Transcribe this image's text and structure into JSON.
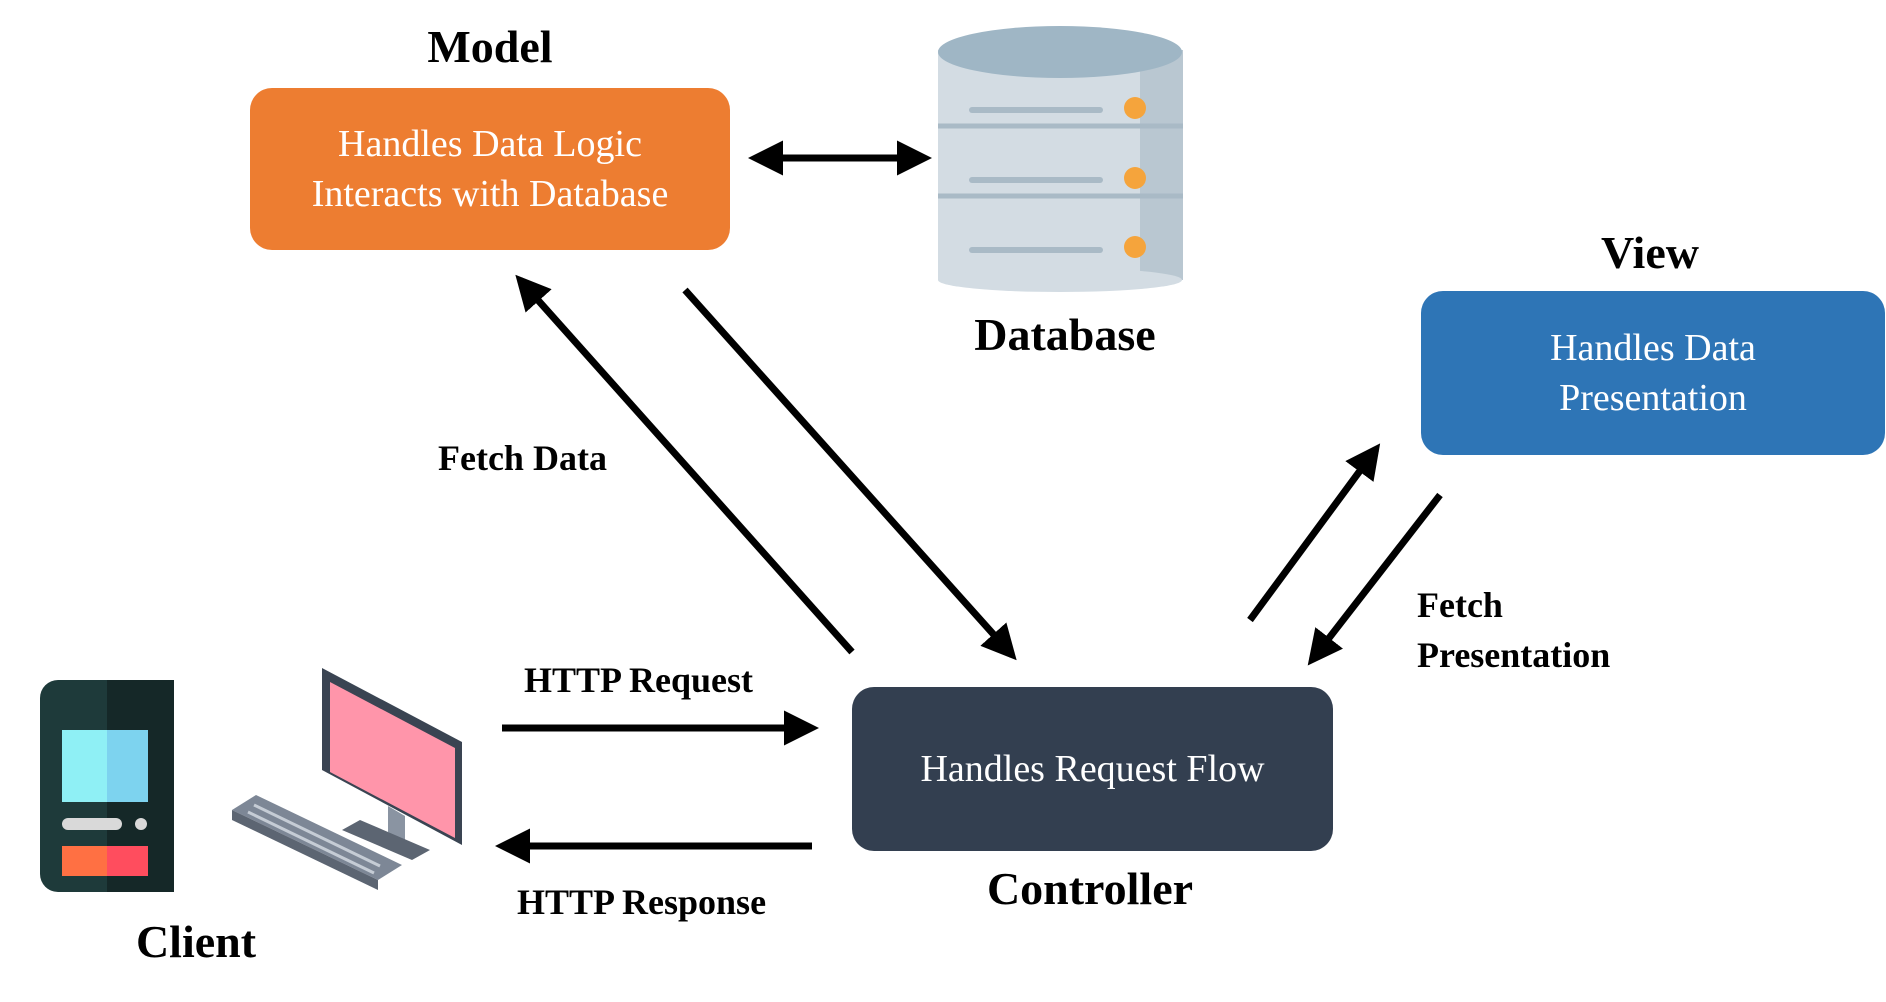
{
  "model": {
    "heading": "Model",
    "lines": [
      "Handles Data Logic",
      "Interacts with Database"
    ],
    "color": "#ED7D31"
  },
  "database": {
    "heading": "Database",
    "icon": "database-icon"
  },
  "view": {
    "heading": "View",
    "lines": [
      "Handles Data",
      "Presentation"
    ],
    "color": "#2E75B6"
  },
  "controller": {
    "heading": "Controller",
    "lines": [
      "Handles Request Flow"
    ],
    "color": "#333F50"
  },
  "client": {
    "heading": "Client",
    "icons": [
      "smartphone-icon",
      "desktop-computer-icon"
    ]
  },
  "edges": {
    "fetch_data": "Fetch Data",
    "fetch_presentation": [
      "Fetch",
      "Presentation"
    ],
    "http_request": "HTTP Request",
    "http_response": "HTTP Response"
  }
}
